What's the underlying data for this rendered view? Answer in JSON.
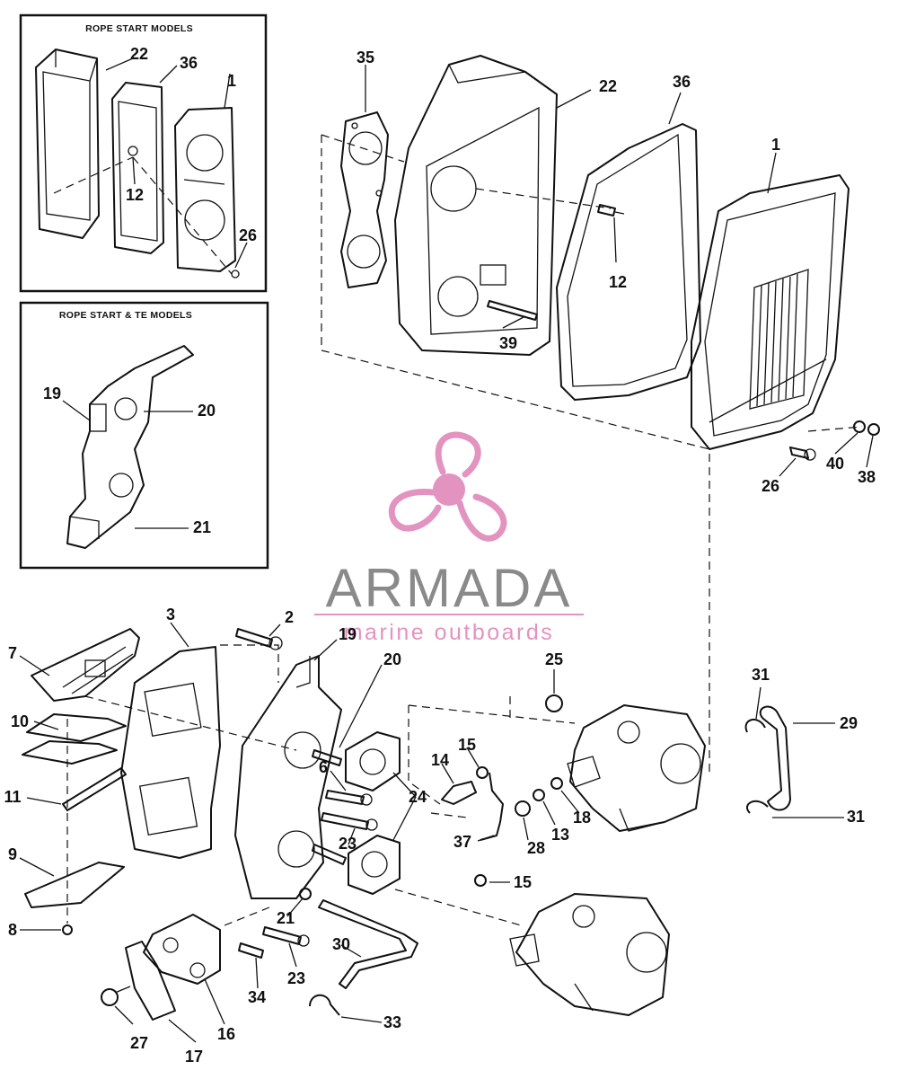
{
  "insets": {
    "rope_start": {
      "title": "ROPE START MODELS",
      "labels": [
        "22",
        "36",
        "1",
        "12",
        "26"
      ]
    },
    "rope_start_te": {
      "title": "ROPE START & TE MODELS",
      "labels": [
        "19",
        "20",
        "21"
      ]
    }
  },
  "watermark": {
    "brand": "ARMADA",
    "tagline": "marine outboards",
    "logo_color": "#e393bf",
    "text_color": "#8a8a8a"
  },
  "callouts": {
    "c35": "35",
    "c22": "22",
    "c36": "36",
    "c1": "1",
    "c12": "12",
    "c39": "39",
    "c40": "40",
    "c38": "38",
    "c26": "26",
    "c2": "2",
    "c3": "3",
    "c7": "7",
    "c19": "19",
    "c20": "20",
    "c25": "25",
    "c31a": "31",
    "c29": "29",
    "c10": "10",
    "c15a": "15",
    "c14": "14",
    "c6": "6",
    "c24": "24",
    "c18": "18",
    "c11": "11",
    "c13": "13",
    "c28": "28",
    "c31b": "31",
    "c23a": "23",
    "c37": "37",
    "c9": "9",
    "c15b": "15",
    "c21": "21",
    "c8": "8",
    "c30": "30",
    "c23b": "23",
    "c34": "34",
    "c16": "16",
    "c33": "33",
    "c27": "27",
    "c17": "17"
  }
}
